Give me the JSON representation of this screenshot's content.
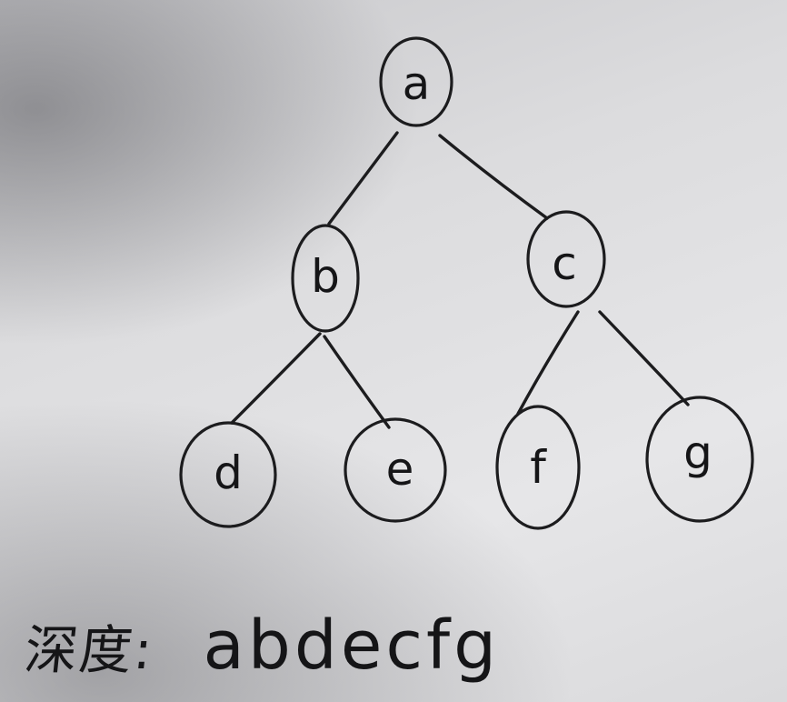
{
  "tree": {
    "nodes": [
      {
        "id": "a",
        "label": "a"
      },
      {
        "id": "b",
        "label": "b"
      },
      {
        "id": "c",
        "label": "c"
      },
      {
        "id": "d",
        "label": "d"
      },
      {
        "id": "e",
        "label": "e"
      },
      {
        "id": "f",
        "label": "f"
      },
      {
        "id": "g",
        "label": "g"
      }
    ],
    "edges": [
      {
        "from": "a",
        "to": "b"
      },
      {
        "from": "a",
        "to": "c"
      },
      {
        "from": "b",
        "to": "d"
      },
      {
        "from": "b",
        "to": "e"
      },
      {
        "from": "c",
        "to": "f"
      },
      {
        "from": "c",
        "to": "g"
      }
    ]
  },
  "caption": {
    "label": "深度:",
    "value": "abdecfg"
  }
}
